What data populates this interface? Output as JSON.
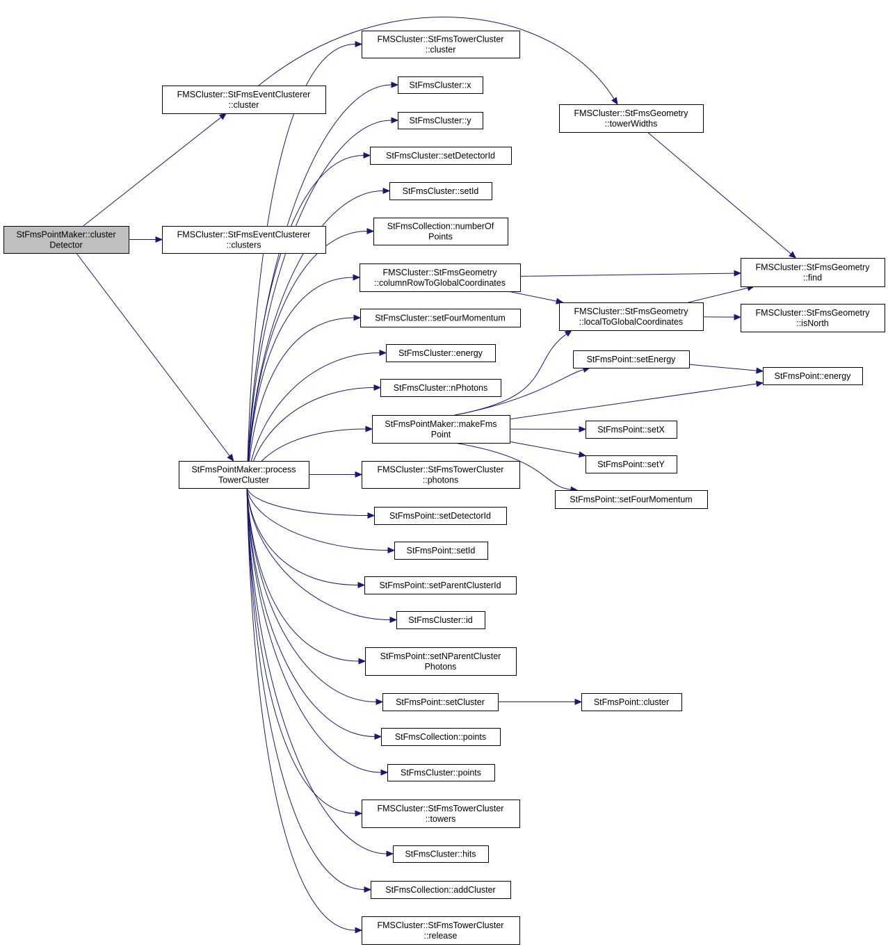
{
  "diagram": {
    "type": "call-graph",
    "colors": {
      "node_fill": "#ffffff",
      "root_fill": "#bfbfbf",
      "border": "#000000",
      "edge": "#191970"
    },
    "nodes": [
      {
        "id": "root",
        "lines": [
          "StFmsPointMaker::cluster",
          "Detector"
        ],
        "highlight": true
      },
      {
        "id": "evtCluster",
        "lines": [
          "FMSCluster::StFmsEventClusterer",
          "::cluster"
        ]
      },
      {
        "id": "evtClusters",
        "lines": [
          "FMSCluster::StFmsEventClusterer",
          "::clusters"
        ]
      },
      {
        "id": "processTC",
        "lines": [
          "StFmsPointMaker::process",
          "TowerCluster"
        ]
      },
      {
        "id": "towerWidths",
        "lines": [
          "FMSCluster::StFmsGeometry",
          "::towerWidths"
        ]
      },
      {
        "id": "tcCluster",
        "lines": [
          "FMSCluster::StFmsTowerCluster",
          "::cluster"
        ]
      },
      {
        "id": "clX",
        "lines": [
          "StFmsCluster::x"
        ]
      },
      {
        "id": "clY",
        "lines": [
          "StFmsCluster::y"
        ]
      },
      {
        "id": "clSetDet",
        "lines": [
          "StFmsCluster::setDetectorId"
        ]
      },
      {
        "id": "clSetId",
        "lines": [
          "StFmsCluster::setId"
        ]
      },
      {
        "id": "colNumPts",
        "lines": [
          "StFmsCollection::numberOf",
          "Points"
        ]
      },
      {
        "id": "colRow",
        "lines": [
          "FMSCluster::StFmsGeometry",
          "::columnRowToGlobalCoordinates"
        ]
      },
      {
        "id": "clSetFour",
        "lines": [
          "StFmsCluster::setFourMomentum"
        ]
      },
      {
        "id": "clEnergy",
        "lines": [
          "StFmsCluster::energy"
        ]
      },
      {
        "id": "clNPhot",
        "lines": [
          "StFmsCluster::nPhotons"
        ]
      },
      {
        "id": "makePt",
        "lines": [
          "StFmsPointMaker::makeFms",
          "Point"
        ]
      },
      {
        "id": "tcPhotons",
        "lines": [
          "FMSCluster::StFmsTowerCluster",
          "::photons"
        ]
      },
      {
        "id": "ptSetDet",
        "lines": [
          "StFmsPoint::setDetectorId"
        ]
      },
      {
        "id": "ptSetId",
        "lines": [
          "StFmsPoint::setId"
        ]
      },
      {
        "id": "ptSetParent",
        "lines": [
          "StFmsPoint::setParentClusterId"
        ]
      },
      {
        "id": "clId",
        "lines": [
          "StFmsCluster::id"
        ]
      },
      {
        "id": "ptSetNPar",
        "lines": [
          "StFmsPoint::setNParentCluster",
          "Photons"
        ]
      },
      {
        "id": "ptSetCl",
        "lines": [
          "StFmsPoint::setCluster"
        ]
      },
      {
        "id": "colPoints",
        "lines": [
          "StFmsCollection::points"
        ]
      },
      {
        "id": "clPoints",
        "lines": [
          "StFmsCluster::points"
        ]
      },
      {
        "id": "tcTowers",
        "lines": [
          "FMSCluster::StFmsTowerCluster",
          "::towers"
        ]
      },
      {
        "id": "clHits",
        "lines": [
          "StFmsCluster::hits"
        ]
      },
      {
        "id": "colAdd",
        "lines": [
          "StFmsCollection::addCluster"
        ]
      },
      {
        "id": "tcRelease",
        "lines": [
          "FMSCluster::StFmsTowerCluster",
          "::release"
        ]
      },
      {
        "id": "geoFind",
        "lines": [
          "FMSCluster::StFmsGeometry",
          "::find"
        ]
      },
      {
        "id": "localToGlobal",
        "lines": [
          "FMSCluster::StFmsGeometry",
          "::localToGlobalCoordinates"
        ]
      },
      {
        "id": "isNorth",
        "lines": [
          "FMSCluster::StFmsGeometry",
          "::isNorth"
        ]
      },
      {
        "id": "ptSetEnergy",
        "lines": [
          "StFmsPoint::setEnergy"
        ]
      },
      {
        "id": "ptEnergy",
        "lines": [
          "StFmsPoint::energy"
        ]
      },
      {
        "id": "ptSetX",
        "lines": [
          "StFmsPoint::setX"
        ]
      },
      {
        "id": "ptSetY",
        "lines": [
          "StFmsPoint::setY"
        ]
      },
      {
        "id": "ptSetFour",
        "lines": [
          "StFmsPoint::setFourMomentum"
        ]
      },
      {
        "id": "ptCluster",
        "lines": [
          "StFmsPoint::cluster"
        ]
      }
    ],
    "edges": [
      [
        "root",
        "evtCluster"
      ],
      [
        "root",
        "evtClusters"
      ],
      [
        "root",
        "processTC"
      ],
      [
        "evtCluster",
        "towerWidths"
      ],
      [
        "towerWidths",
        "geoFind"
      ],
      [
        "processTC",
        "tcCluster"
      ],
      [
        "processTC",
        "clX"
      ],
      [
        "processTC",
        "clY"
      ],
      [
        "processTC",
        "clSetDet"
      ],
      [
        "processTC",
        "clSetId"
      ],
      [
        "processTC",
        "colNumPts"
      ],
      [
        "processTC",
        "colRow"
      ],
      [
        "processTC",
        "clSetFour"
      ],
      [
        "processTC",
        "clEnergy"
      ],
      [
        "processTC",
        "clNPhot"
      ],
      [
        "processTC",
        "makePt"
      ],
      [
        "processTC",
        "tcPhotons"
      ],
      [
        "processTC",
        "ptSetDet"
      ],
      [
        "processTC",
        "ptSetId"
      ],
      [
        "processTC",
        "ptSetParent"
      ],
      [
        "processTC",
        "clId"
      ],
      [
        "processTC",
        "ptSetNPar"
      ],
      [
        "processTC",
        "ptSetCl"
      ],
      [
        "processTC",
        "colPoints"
      ],
      [
        "processTC",
        "clPoints"
      ],
      [
        "processTC",
        "tcTowers"
      ],
      [
        "processTC",
        "clHits"
      ],
      [
        "processTC",
        "colAdd"
      ],
      [
        "processTC",
        "tcRelease"
      ],
      [
        "colRow",
        "geoFind"
      ],
      [
        "colRow",
        "localToGlobal"
      ],
      [
        "localToGlobal",
        "geoFind"
      ],
      [
        "localToGlobal",
        "isNorth"
      ],
      [
        "makePt",
        "localToGlobal"
      ],
      [
        "makePt",
        "ptSetEnergy"
      ],
      [
        "makePt",
        "ptEnergy"
      ],
      [
        "makePt",
        "ptSetX"
      ],
      [
        "makePt",
        "ptSetY"
      ],
      [
        "makePt",
        "ptSetFour"
      ],
      [
        "ptSetEnergy",
        "ptEnergy"
      ],
      [
        "ptSetCl",
        "ptCluster"
      ]
    ]
  }
}
